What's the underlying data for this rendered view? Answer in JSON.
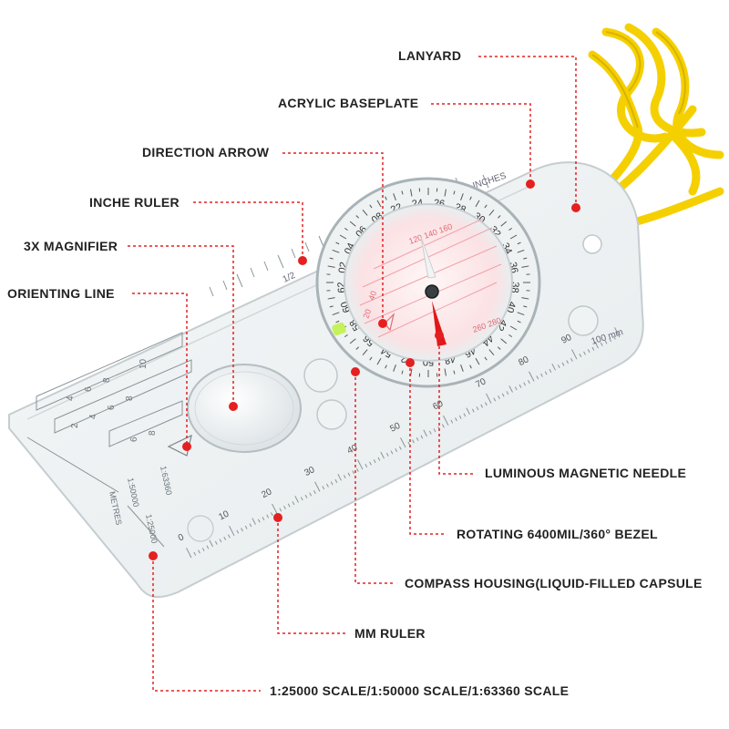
{
  "callouts": {
    "lanyard": "LANYARD",
    "acrylic_baseplate": "ACRYLIC BASEPLATE",
    "direction_arrow": "DIRECTION ARROW",
    "inch_ruler": "INCHE RULER",
    "magnifier": "3X MAGNIFIER",
    "orienting_line": "ORIENTING LINE",
    "magnetic_needle": "LUMINOUS MAGNETIC NEEDLE",
    "bezel": "ROTATING 6400MIL/360° BEZEL",
    "housing": "COMPASS HOUSING(LIQUID-FILLED CAPSULE",
    "mm_ruler": "MM RULER",
    "scales": "1:25000 SCALE/1:50000 SCALE/1:63360 SCALE"
  },
  "baseplate_text": {
    "inches": "INCHES",
    "half": "1/2",
    "unit_mm": "100 mm",
    "scale_63360": "1:63360",
    "scale_50000": "1:50000",
    "scale_25000": "1:25000",
    "metres": "METRES"
  },
  "mm_ruler_ticks": [
    "0",
    "10",
    "20",
    "30",
    "40",
    "50",
    "60",
    "70",
    "80",
    "90"
  ],
  "bezel_ticks": [
    "22",
    "24",
    "26",
    "28",
    "30",
    "32",
    "34",
    "36",
    "38",
    "40",
    "42",
    "44",
    "46",
    "48",
    "50",
    "52",
    "54",
    "56",
    "58",
    "60",
    "62",
    "02",
    "04",
    "06",
    "08"
  ],
  "colors": {
    "callout_red": "#e52020",
    "lanyard_yellow": "#f5d000",
    "needle_red": "#e01818"
  }
}
